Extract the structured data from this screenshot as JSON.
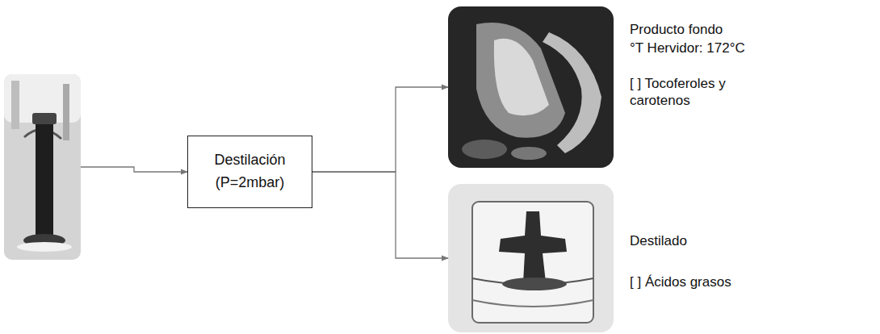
{
  "diagram": {
    "nodes": [
      {
        "text": []
      },
      {
        "text": [
          "Destilación (P=2mbar)"
        ]
      },
      {
        "text": [
          "Producto fondo",
          "°T Hervidor: 172°C",
          "[ ] Tocoferoles y carotenos"
        ]
      },
      {
        "text": [
          "Destilado",
          "[ ] Ácidos grasos"
        ]
      }
    ],
    "edges": [
      {
        "from": 0,
        "to": 1,
        "arrow": "to"
      },
      {
        "from": 1,
        "to": 2,
        "arrow": "to"
      },
      {
        "from": 1,
        "to": 3,
        "arrow": "to"
      }
    ]
  }
}
